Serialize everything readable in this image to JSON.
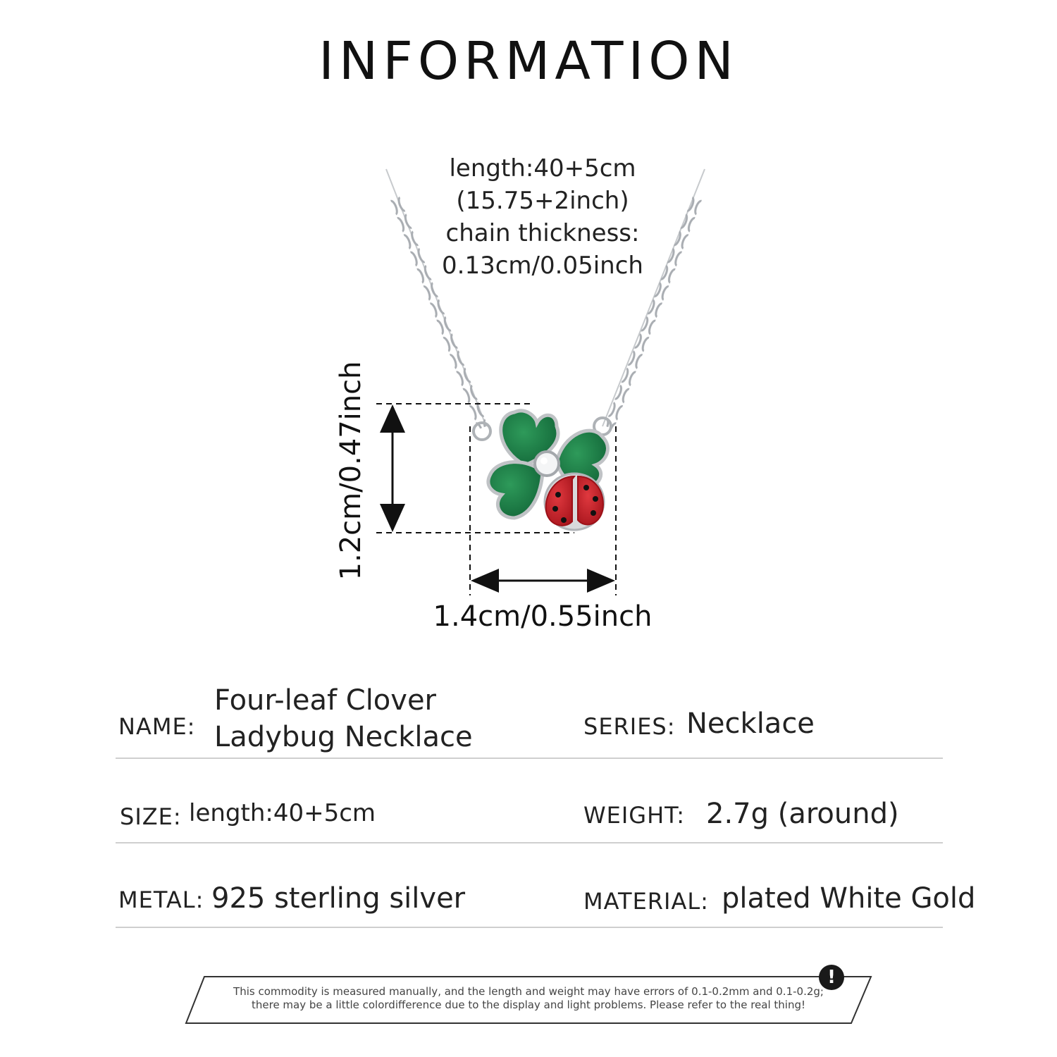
{
  "header": {
    "title": "INFORMATION"
  },
  "chain_info": {
    "line1": "length:40+5cm",
    "line2": "(15.75+2inch)",
    "line3": "chain thickness:",
    "line4": "0.13cm/0.05inch"
  },
  "dimensions": {
    "height": "1.2cm/0.47inch",
    "width": "1.4cm/0.55inch"
  },
  "specs": {
    "name_label": "NAME:",
    "name_line1": "Four-leaf Clover",
    "name_line2": "Ladybug Necklace",
    "series_label": "SERIES:",
    "series_value": "Necklace",
    "size_label": "SIZE:",
    "size_value": "length:40+5cm",
    "weight_label": "WEIGHT:",
    "weight_value": "2.7g (around)",
    "metal_label": "METAL:",
    "metal_value": "925 sterling silver",
    "material_label": "MATERIAL:",
    "material_value": "plated White Gold"
  },
  "disclaimer": {
    "line1": "This commodity is measured manually, and the length and weight may have errors of 0.1-0.2mm and 0.1-0.2g;",
    "line2": "there may be a little colordifference due to the display and light problems. Please refer to the real thing!"
  },
  "colors": {
    "leaf_green": "#1e7a45",
    "ladybug_red": "#c8232c",
    "silver": "#b9bcc0",
    "text": "#1a1a1a"
  },
  "icons": {
    "warning": "exclamation-circle-icon"
  }
}
